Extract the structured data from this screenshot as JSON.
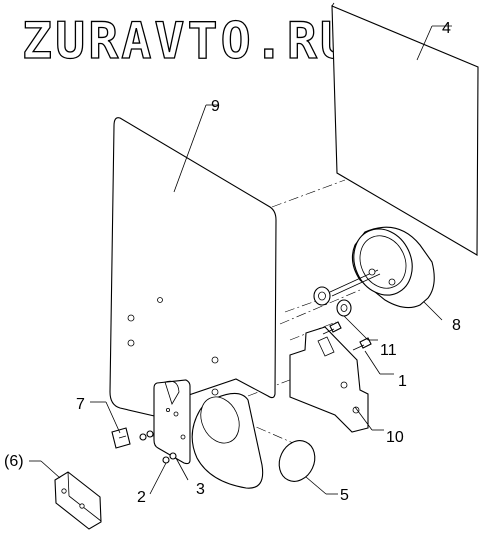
{
  "watermark": "ZURAVTO.RU",
  "labels": {
    "p1": "1",
    "p2": "2",
    "p3": "3",
    "p4": "4",
    "p5": "5",
    "p6": "(6)",
    "p7": "7",
    "p8": "8",
    "p9": "9",
    "p10": "10",
    "p11": "11"
  }
}
